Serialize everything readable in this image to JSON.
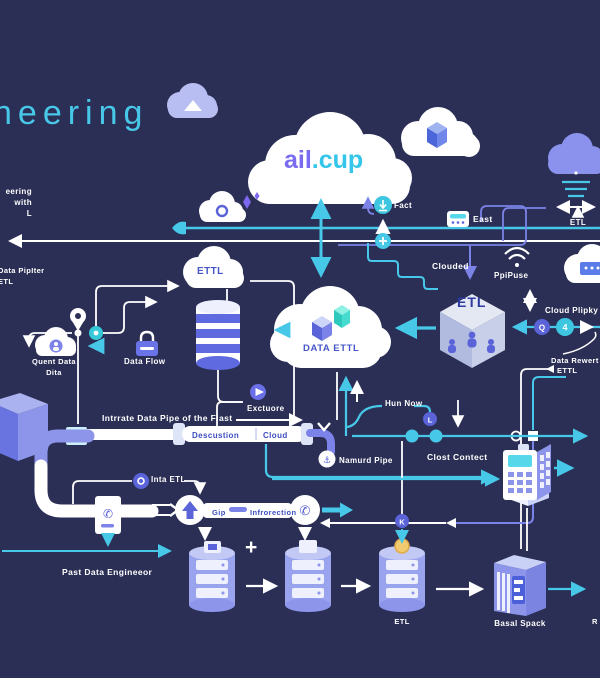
{
  "header": {
    "title": "neering",
    "title_color": "#47c8e8"
  },
  "intro": {
    "text": "eering\nwith\nL"
  },
  "left_column": {
    "pipiter_block": "Data PipIter\nETL"
  },
  "clouds": {
    "ailcup_part1": "ail",
    "ailcup_part2": ".cup",
    "ettl_cloud": "ETTL",
    "data_ettl_cloud": "DATA ETTL"
  },
  "labels": {
    "fact": "Fact",
    "east": "East",
    "etl_funnel": "ETL",
    "clouded": "Clouded",
    "ppipuse": "PpiPuse",
    "cloud_plipky": "Cloud Plipky",
    "etl_cube": "ETL",
    "quent_data": "Quent Data\nDita",
    "data_flow": "Data Flow",
    "data_rewert": "Data Rewert",
    "ettl_right": "ETTL",
    "hun_now": "Hun Now",
    "intrrate": "Intrrate Data Pipe of the Flast",
    "exctuore": "Exctuore",
    "descustion": "Descustion",
    "cloud_pipe": "Cloud",
    "namurd_pipe": "Namurd Pipe",
    "clost_contect": "Clost Contect",
    "inta_etl": "Inta ETL",
    "gip": "Gip",
    "infrorection": "Infrorection",
    "past_engineer": "Past Data Engineeor",
    "etl_db": "ETL",
    "basal_spack": "Basal Spack",
    "r_edge": "R",
    "plus_sign": "+"
  },
  "badges": {
    "l": "L",
    "k": "K",
    "q": "Q",
    "four": "4",
    "anchor": "⚓"
  },
  "colors": {
    "background": "#2b2f55",
    "accent_cyan": "#47c8e8",
    "accent_purple": "#7b82e8",
    "cloud_text_blue": "#4656c8",
    "teal_cube": "#2ec9bc",
    "db_stripe_blue": "#5f6ae0",
    "periwinkle": "#8d95ea",
    "coin_gold": "#f2ca70"
  }
}
